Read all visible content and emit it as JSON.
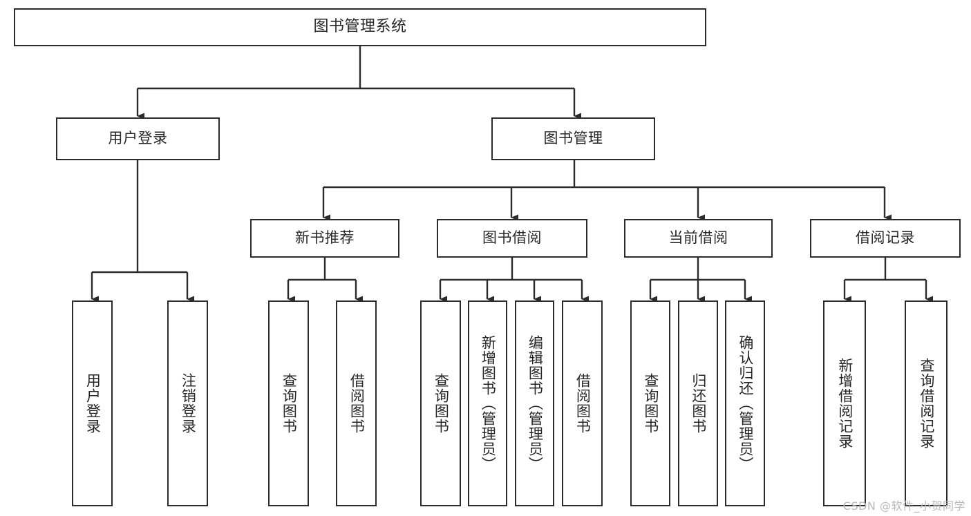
{
  "diagram": {
    "title": "图书管理系统",
    "type": "tree",
    "colors": {
      "stroke": "#2b2b2b",
      "text": "#262626",
      "background": "#ffffff",
      "watermark": "#b9b9b9"
    },
    "root": {
      "label": "图书管理系统"
    },
    "level2": [
      {
        "label": "用户登录"
      },
      {
        "label": "图书管理"
      }
    ],
    "level3": [
      {
        "label": "新书推荐"
      },
      {
        "label": "图书借阅"
      },
      {
        "label": "当前借阅"
      },
      {
        "label": "借阅记录"
      }
    ],
    "leaves": {
      "user_login": [
        {
          "label": "用户登录"
        },
        {
          "label": "注销登录"
        }
      ],
      "new_book_recommend": [
        {
          "label": "查询图书"
        },
        {
          "label": "借阅图书"
        }
      ],
      "book_borrow": [
        {
          "label": "查询图书"
        },
        {
          "label": "新增图书（管理员）"
        },
        {
          "label": "编辑图书（管理员）"
        },
        {
          "label": "借阅图书"
        }
      ],
      "current_borrow": [
        {
          "label": "查询图书"
        },
        {
          "label": "归还图书"
        },
        {
          "label": "确认归还（管理员）"
        }
      ],
      "borrow_record": [
        {
          "label": "新增借阅记录"
        },
        {
          "label": "查询借阅记录"
        }
      ]
    }
  },
  "watermark": {
    "text": "CSDN @软件_小贺同学"
  }
}
